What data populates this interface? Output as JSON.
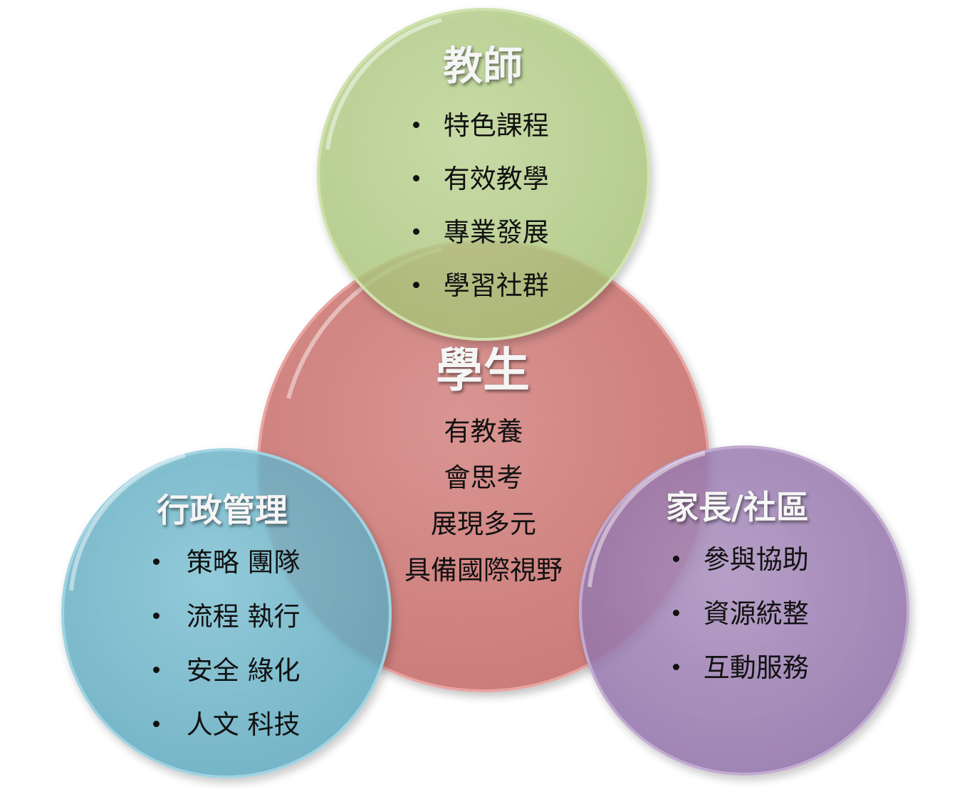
{
  "circles": {
    "teacher": {
      "title": "教師",
      "items": [
        "特色課程",
        "有效教學",
        "專業發展",
        "學習社群"
      ],
      "color": "#b3cf84",
      "stroke": "#c8dba4"
    },
    "student": {
      "title": "學生",
      "items": [
        "有教養",
        "會思考",
        "展現多元",
        "具備國際視野"
      ],
      "color": "#d47f7c",
      "stroke": "#e39a97"
    },
    "admin": {
      "title": "行政管理",
      "items": [
        "策略 團隊",
        "流程 執行",
        "安全 綠化",
        "人文 科技"
      ],
      "color": "#6fb8cc",
      "stroke": "#8fcadb"
    },
    "parent": {
      "title": "家長/社區",
      "items": [
        "參與協助",
        "資源統整",
        "互動服務"
      ],
      "color": "#9c7db3",
      "stroke": "#b59bc8"
    }
  }
}
